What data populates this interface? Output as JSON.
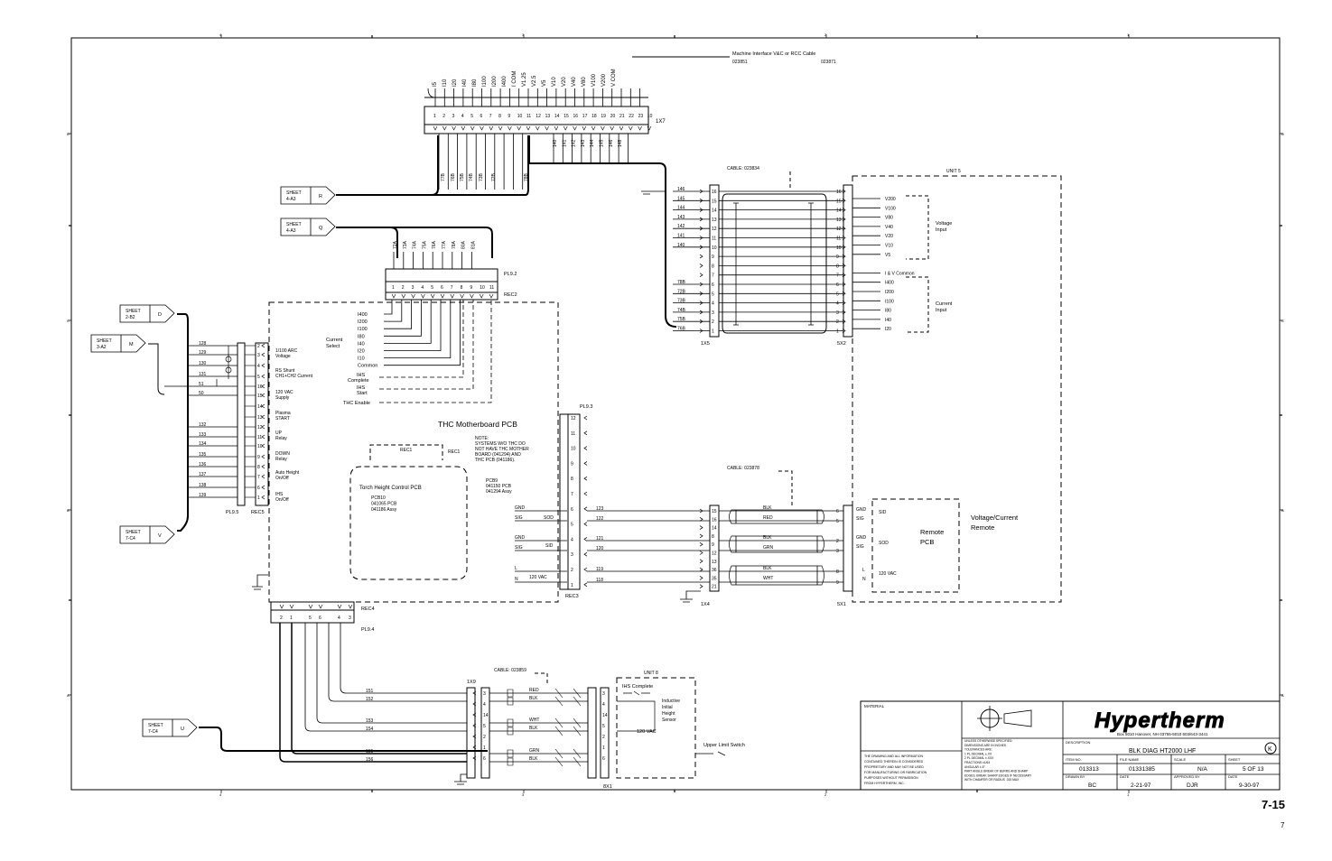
{
  "header": {
    "interface_cable": "Machine Interface V&C or RCC Cable",
    "cable_nums": [
      "023851",
      "023871"
    ],
    "top_signals": [
      "I5",
      "I10",
      "I20",
      "I40",
      "I80",
      "I100",
      "I200",
      "I400",
      "I COM",
      "V1.25",
      "V2.5",
      "V5",
      "V10",
      "V20",
      "V40",
      "V80",
      "V100",
      "V200",
      "V COM"
    ],
    "top_pins": [
      "1",
      "2",
      "3",
      "4",
      "5",
      "6",
      "7",
      "8",
      "9",
      "10",
      "11",
      "12",
      "13",
      "14",
      "15",
      "16",
      "17",
      "18",
      "19",
      "20",
      "21",
      "22",
      "23",
      "10"
    ],
    "connector_1x7": "1X7",
    "mid_wires": [
      "140",
      "141",
      "142",
      "143",
      "144",
      "145",
      "146",
      "148"
    ],
    "left_wires": [
      "77B",
      "76B",
      "75B",
      "74B",
      "73B",
      "72B",
      "78B"
    ]
  },
  "sheets": [
    {
      "line1": "SHEET",
      "line2": "4-A3",
      "letter": "R"
    },
    {
      "line1": "SHEET",
      "line2": "4-A3",
      "letter": "Q"
    },
    {
      "line1": "SHEET",
      "line2": "2-B2",
      "letter": "D"
    },
    {
      "line1": "SHEET",
      "line2": "3-A2",
      "letter": "M"
    },
    {
      "line1": "SHEET",
      "line2": "7-C4",
      "letter": "V"
    },
    {
      "line1": "SHEET",
      "line2": "7-C4",
      "letter": "U"
    }
  ],
  "pl92": {
    "wires": [
      "72A",
      "73A",
      "74A",
      "75A",
      "76A",
      "77A",
      "78A",
      "80A",
      "81A"
    ],
    "pins": [
      "1",
      "2",
      "3",
      "4",
      "5",
      "6",
      "7",
      "8",
      "9",
      "10",
      "11"
    ],
    "label": "PL9.2",
    "rec": "REC2"
  },
  "motherboard": {
    "title": "THC Motherboard PCB",
    "current_signals": [
      "I400",
      "I200",
      "I100",
      "I80",
      "I40",
      "I20",
      "I10",
      "Common"
    ],
    "current_select": [
      "Current",
      "Select"
    ],
    "ihs_complete": [
      "IHS",
      "Complete"
    ],
    "ihs_start": [
      "IHS",
      "Start"
    ],
    "thc_enable": "THC Enable",
    "note": [
      "NOTE:",
      "SYSTEMS W/O THC DO",
      "NOT HAVE THC MOTHER",
      "BOARD (041294) AND",
      "THC PCB (041186)."
    ],
    "pcb9": [
      "PCB9",
      "041150 PCB",
      "041294 Assy"
    ],
    "thc_title": "Torch Height Control PCB",
    "pcb10": [
      "PCB10",
      "041065 PCB",
      "041186 Assy"
    ],
    "rec1": "REC1"
  },
  "left_io": {
    "labels": [
      [
        "1/100 ARC",
        "Voltage"
      ],
      [
        "RS Shunt",
        "CH1+CH2 Current"
      ],
      [
        "120 VAC",
        "Supply"
      ],
      [
        "Plasma",
        "START"
      ],
      [
        "UP",
        "Relay"
      ],
      [
        "DOWN",
        "Relay"
      ],
      [
        "Auto Height",
        "On/Off"
      ],
      [
        "IHS",
        "On/Off"
      ]
    ],
    "wires": [
      "128",
      "129",
      "130",
      "131",
      "51",
      "50",
      "132",
      "133",
      "134",
      "135",
      "136",
      "137",
      "138",
      "139"
    ],
    "pins": [
      "2",
      "3",
      "4",
      "5",
      "16",
      "15",
      "14",
      "13",
      "12",
      "11",
      "10",
      "9",
      "8",
      "7",
      "6",
      "1"
    ],
    "pl95": "PL9.5",
    "rec5": "REC5"
  },
  "unit5": {
    "label": "UNIT 5",
    "cable": "CABLE: 023834",
    "wires": [
      "146",
      "145",
      "144",
      "143",
      "142",
      "141",
      "140",
      "78B",
      "72B",
      "73B",
      "74B",
      "75B",
      "76B"
    ],
    "pins": [
      "16",
      "15",
      "14",
      "13",
      "12",
      "11",
      "10",
      "9",
      "8",
      "7",
      "6",
      "5",
      "4",
      "3",
      "2",
      "1"
    ],
    "signals": [
      "V200",
      "V100",
      "V80",
      "V40",
      "V20",
      "V10",
      "V5",
      "I & V Common",
      "I400",
      "I200",
      "I100",
      "I80",
      "I40",
      "I20"
    ],
    "voltage_input": [
      "Voltage",
      "Input"
    ],
    "current_input": [
      "Current",
      "Input"
    ],
    "conn_left": "1X5",
    "conn_right": "5X2"
  },
  "remote": {
    "cable": "CABLE: 023878",
    "pl93": "PL9.3",
    "rec3": "REC3",
    "pl93_pins": [
      "12",
      "11",
      "10",
      "9",
      "8",
      "7",
      "6",
      "5",
      "4",
      "3",
      "2",
      "1"
    ],
    "left_signals": [
      "GND",
      "SIG",
      "SOD",
      "GND",
      "SIG",
      "SID",
      "L",
      "N",
      "120 VAC"
    ],
    "wires": [
      "123",
      "122",
      "121",
      "120",
      "119",
      "118"
    ],
    "colors": [
      "BLK",
      "RED",
      "BLK",
      "GRN",
      "BLK",
      "WHT"
    ],
    "pins_1x4": [
      "15",
      "16",
      "14",
      "8",
      "9",
      "12",
      "13",
      "36",
      "35",
      "21"
    ],
    "pins_5x1": [
      "6",
      "5",
      "2",
      "3",
      "8",
      "9"
    ],
    "right_signals": [
      "GND",
      "SIG",
      "SID",
      "GND",
      "SIG",
      "SOD",
      "L",
      "N",
      "120 VAC"
    ],
    "remote_pcb": [
      "Remote",
      "PCB"
    ],
    "vc_remote": [
      "Voltage/Current",
      "Remote"
    ],
    "conn_1x4": "1X4",
    "conn_5x1": "5X1"
  },
  "bottom": {
    "rec4": "REC4",
    "pl94": "PL9.4",
    "rec4_pins": [
      "2",
      "1",
      "5",
      "6",
      "4",
      "3"
    ],
    "cable": "CABLE: 023859",
    "conn_1x9": "1X9",
    "wires": [
      "151",
      "152",
      "153",
      "154",
      "155",
      "156"
    ],
    "pins": [
      "3",
      "4",
      "14",
      "5",
      "2",
      "1",
      "6"
    ],
    "colors": [
      "RED",
      "BLK",
      "WHT",
      "BLK",
      "GRN",
      "BLK"
    ],
    "unit8": "UNIT 8",
    "ihs_complete": "IHS Complete",
    "sensor": [
      "Inductive",
      "Initial",
      "Height",
      "Sensor"
    ],
    "vac": "120 VAC",
    "limit": "Upper Limit Switch",
    "conn_8x1": "8X1"
  },
  "zones": {
    "top": [
      "4",
      "3",
      "2",
      "1"
    ],
    "left": [
      "D",
      "C",
      "B",
      "A"
    ]
  },
  "title_block": {
    "material": "MATERIAL",
    "logo": "Hypertherm",
    "address": "Box 5010 Hanover, NH 03755-5010 603/643-3441",
    "unless": [
      "UNLESS OTHERWISE SPECIFIED:",
      "DIMENSIONS ARE IN INCHES",
      "TOLERANCES ARE:",
      "1 PL DECIMAL ±.XX",
      "2 PL DECIMAL ±.XXX",
      "FRACTIONS ±1/64",
      "ANGULAR ±.5°",
      "PART ANGLE BREAK OF BURRS AND SHARP",
      "EDGES, BREAK SHARP EDGES IF NECESSARY",
      "WITH CHAMFER OR RADIUS .015 MAX"
    ],
    "proprietary": [
      "THE DRAWING AND ALL INFORMATION",
      "CONTAINED THEREIN IS CONSIDERED",
      "PROPRIETARY AND MAY NOT BE USED",
      "FOR MANUFACTURING OR FABRICATION",
      "PURPOSES WITHOUT PERMISSION",
      "FROM HYPERTHERM, INC."
    ],
    "description_label": "DESCRIPTION",
    "description": "BLK DIAG HT2000 LHF",
    "rev": "K",
    "item_label": "ITEM NO.",
    "item": "013313",
    "file_label": "FILE NAME",
    "file": "01331385",
    "scale_label": "SCALE",
    "scale": "N/A",
    "sheet_label": "SHEET",
    "sheet": "5 OF 13",
    "drawn_label": "DRAWN BY",
    "drawn": "BC",
    "date_label": "DATE",
    "date": "2-21-97",
    "approved_label": "APPROVED BY",
    "approved": "DJR",
    "date2_label": "DATE",
    "date2": "9-30-97"
  },
  "page": {
    "number": "7-15",
    "corner": "7"
  }
}
